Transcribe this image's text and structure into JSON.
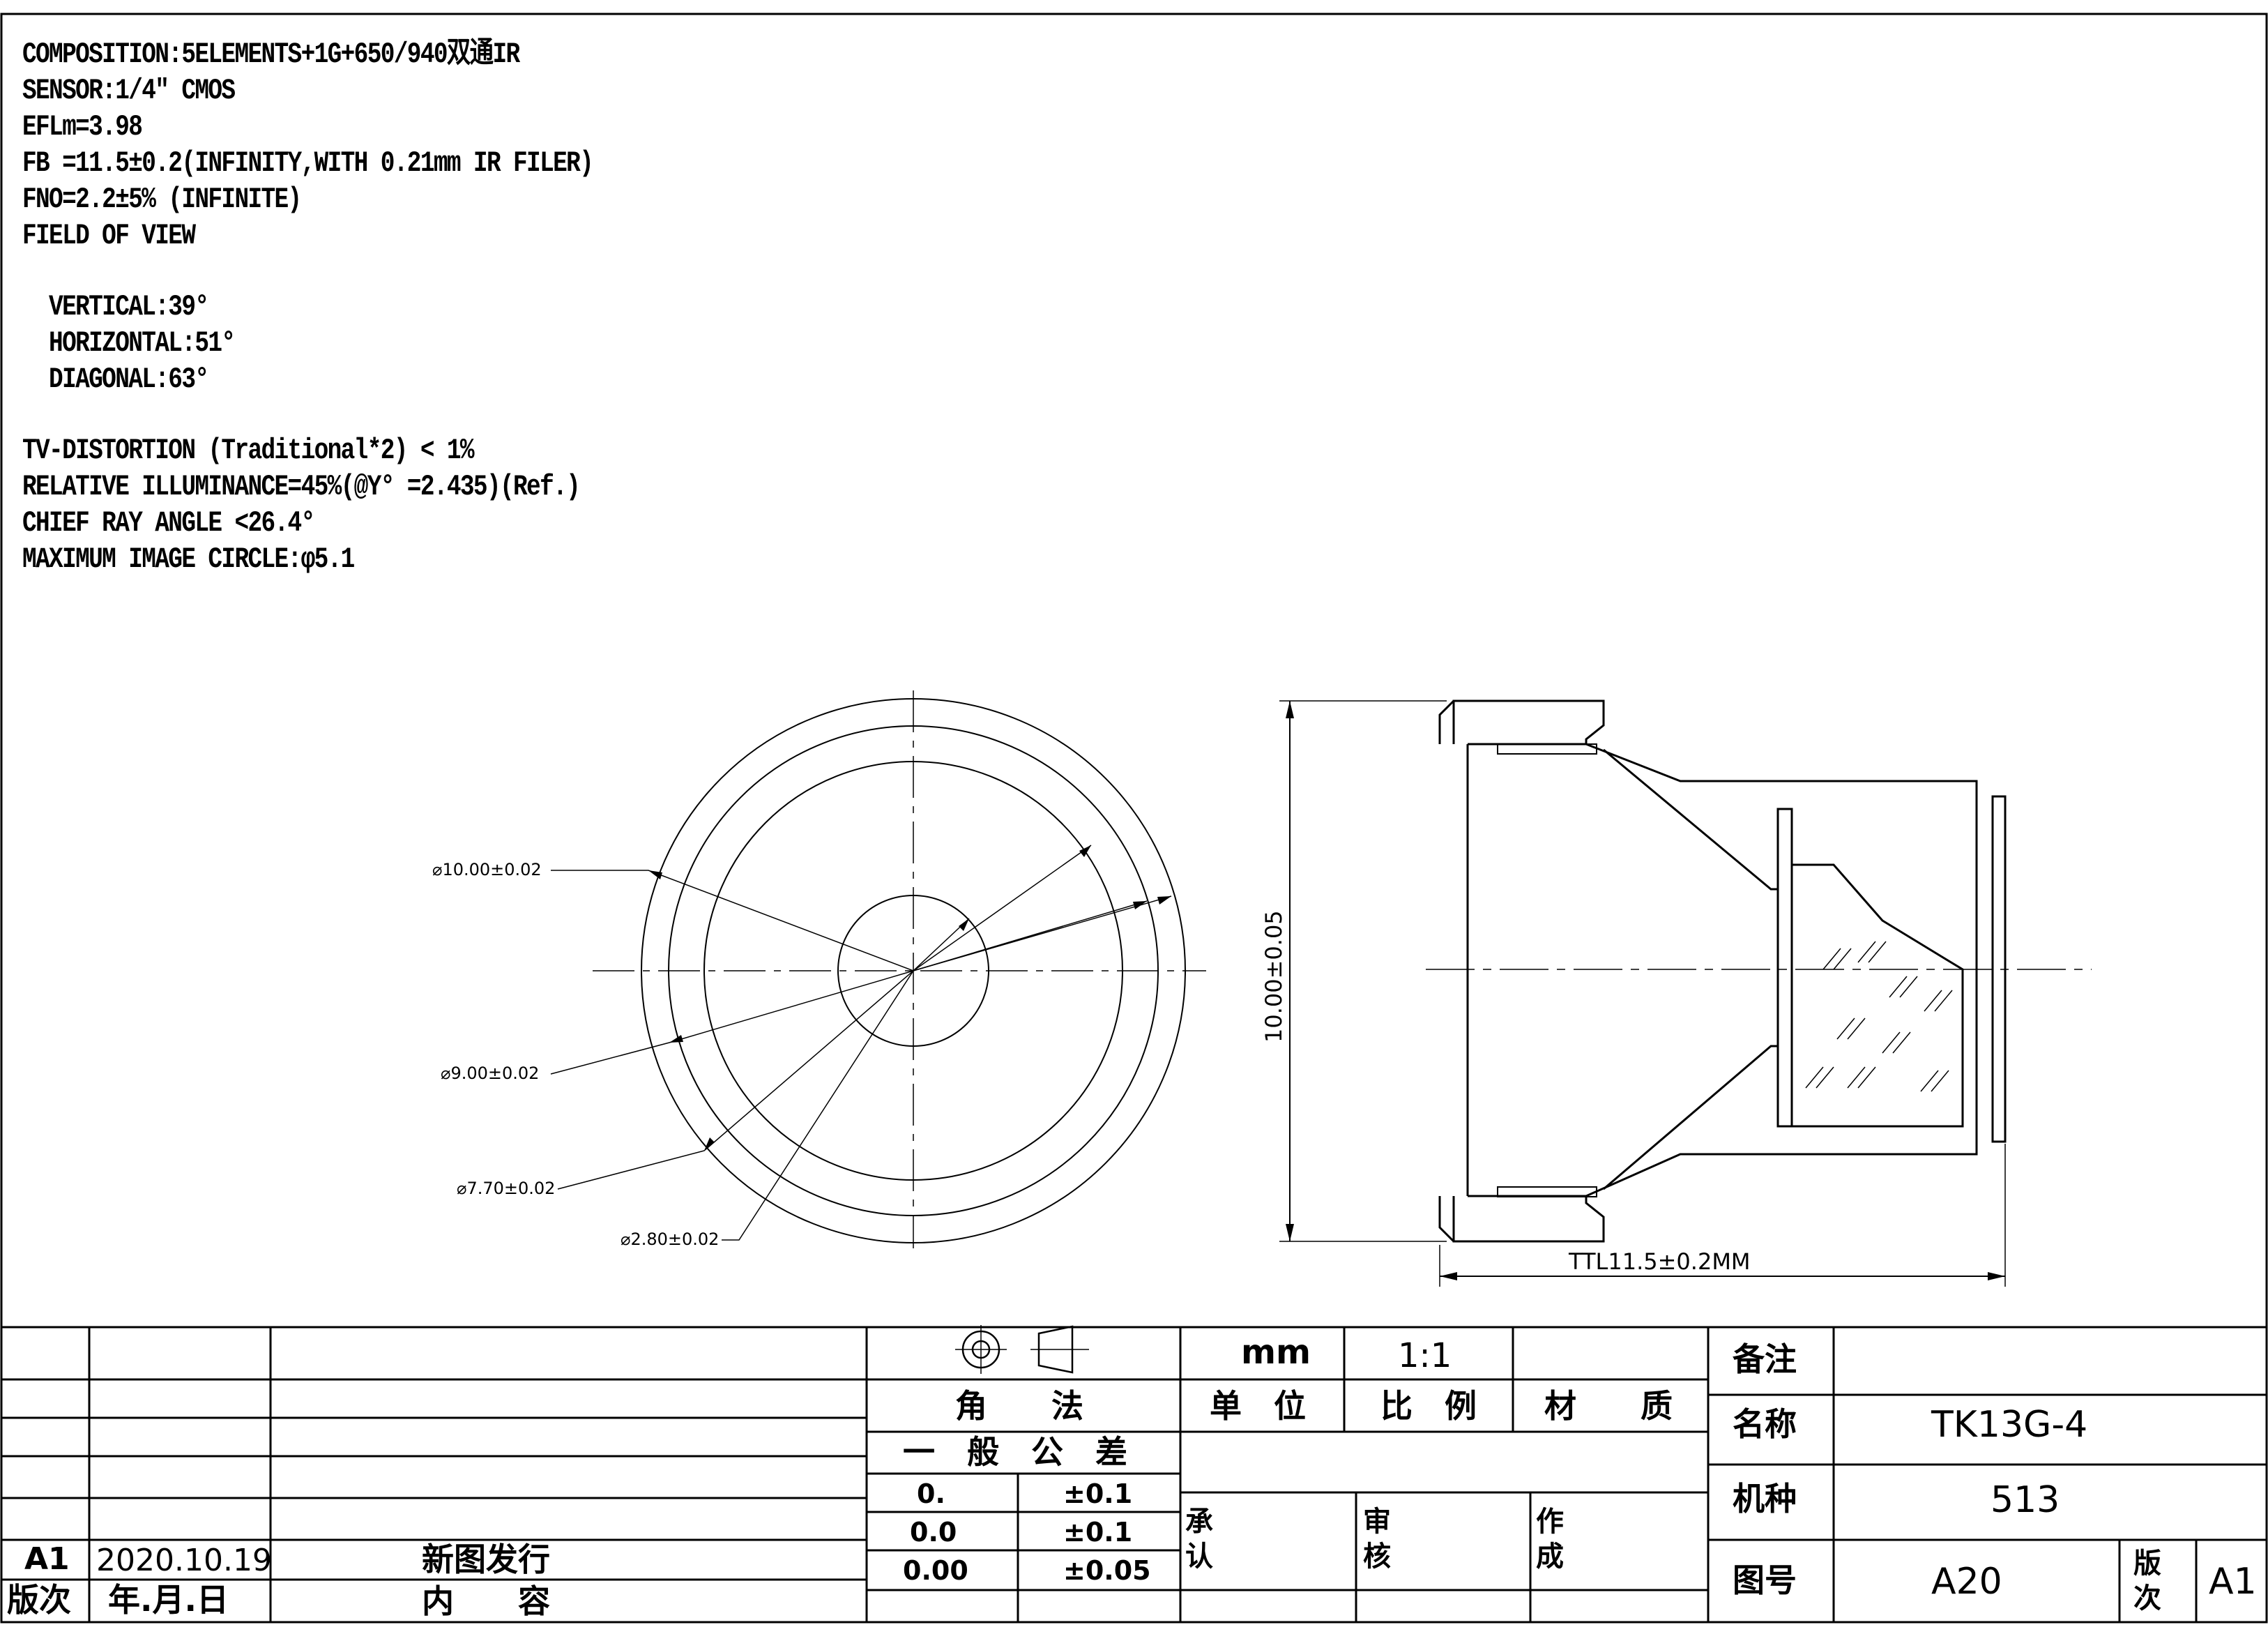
{
  "specs": {
    "composition": "COMPOSITION:5ELEMENTS+1G+650/940双通IR",
    "sensor": "SENSOR:1/4″ CMOS",
    "efl": "EFLm=3.98",
    "fb": "FB =11.5±0.2(INFINITY,WITH 0.21mm IR FILER)",
    "fno": "FNO=2.2±5% (INFINITE)",
    "fov": "FIELD OF VIEW",
    "vertical": "  VERTICAL:39°",
    "horizontal": "  HORIZONTAL:51°",
    "diagonal": "  DIAGONAL:63°",
    "tv_distortion": "TV-DISTORTION (Traditional*2) < 1%",
    "relative_illuminance": "RELATIVE ILLUMINANCE=45%(@Y° =2.435)(Ref.)",
    "cra": "CHIEF RAY ANGLE <26.4°",
    "image_circle": "MAXIMUM IMAGE CIRCLE:φ5.1"
  },
  "front_view": {
    "d1": "⌀10.00±0.02",
    "d2": "⌀9.00±0.02",
    "d3": "⌀7.70±0.02",
    "d4": "⌀2.80±0.02"
  },
  "side_view": {
    "height_dim": "10.00±0.05",
    "ttl_dim": "TTL11.5±0.2MM"
  },
  "title_block": {
    "rev_code": "A1",
    "rev_date": "2020.10.19",
    "rev_content": "新图发行",
    "col_rev": "版次",
    "col_date": "年.月.日",
    "col_content": "内　　容",
    "angle_method": "角　　法",
    "unit_value": "mm",
    "scale_value": "1:1",
    "unit_label": "单　位",
    "scale_label": "比　例",
    "material_label": "材　　质",
    "general_tolerance": "一　般　公　差",
    "tol_rows": [
      {
        "format": "0.",
        "tol": "±0.1"
      },
      {
        "format": "0.0",
        "tol": "±0.1"
      },
      {
        "format": "0.00",
        "tol": "±0.05"
      }
    ],
    "approve_1": "承",
    "approve_2": "认",
    "review_1": "审",
    "review_2": "核",
    "author_1": "作",
    "author_2": "成",
    "remarks_label": "备注",
    "name_label": "名称",
    "name_value": "TK13G-4",
    "model_label": "机种",
    "model_value": "513",
    "drawing_no_label": "图号",
    "drawing_no_value": "A20",
    "version_label_1": "版",
    "version_label_2": "次",
    "version_value": "A1"
  }
}
